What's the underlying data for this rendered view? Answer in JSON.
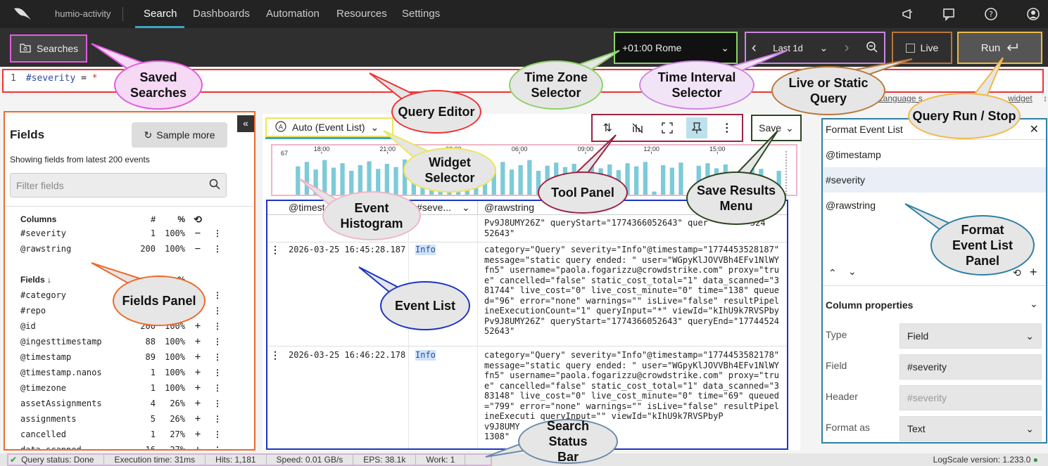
{
  "nav": {
    "repo": "humio-activity",
    "tabs": [
      "Search",
      "Dashboards",
      "Automation",
      "Resources",
      "Settings"
    ]
  },
  "toolbar": {
    "searches_label": "Searches",
    "timezone": "+01:00 Rome",
    "interval": "Last 1d",
    "live_label": "Live",
    "run_label": "Run"
  },
  "editor": {
    "line_number": "1",
    "field": "#severity",
    "operator": "=",
    "value": "*"
  },
  "lang_links": {
    "link1": "Language s",
    "link2": "widget"
  },
  "fields_panel": {
    "title": "Fields",
    "sample_label": "Sample more",
    "subtitle": "Showing fields from latest 200 events",
    "filter_placeholder": "Filter fields",
    "columns_header": {
      "name": "Columns",
      "count": "#",
      "pct": "%"
    },
    "columns": [
      {
        "name": "#severity",
        "count": "1",
        "pct": "100%"
      },
      {
        "name": "@rawstring",
        "count": "200",
        "pct": "100%"
      }
    ],
    "fields_header": {
      "name": "Fields",
      "pct": "%"
    },
    "fields": [
      {
        "name": "#category",
        "count": "",
        "pct": ""
      },
      {
        "name": "#repo",
        "count": "",
        "pct": ""
      },
      {
        "name": "@id",
        "count": "200",
        "pct": "100%"
      },
      {
        "name": "@ingesttimestamp",
        "count": "88",
        "pct": "100%"
      },
      {
        "name": "@timestamp",
        "count": "89",
        "pct": "100%"
      },
      {
        "name": "@timestamp.nanos",
        "count": "1",
        "pct": "100%"
      },
      {
        "name": "@timezone",
        "count": "1",
        "pct": "100%"
      },
      {
        "name": "assetAssignments",
        "count": "4",
        "pct": "26%"
      },
      {
        "name": "assignments",
        "count": "5",
        "pct": "26%"
      },
      {
        "name": "cancelled",
        "count": "1",
        "pct": "27%"
      },
      {
        "name": "data_scanned",
        "count": "16",
        "pct": "27%"
      }
    ]
  },
  "widget": {
    "selector_label": "Auto (Event List)",
    "save_label": "Save"
  },
  "histogram": {
    "y_max_label": "67",
    "time_labels": [
      "18:00",
      "21:00",
      "03:00",
      "06:00",
      "09:00",
      "12:00",
      "15:00"
    ]
  },
  "chart_data": {
    "type": "bar",
    "title": "",
    "xlabel": "",
    "ylabel": "",
    "ylim": [
      0,
      67
    ],
    "values": [
      45,
      52,
      40,
      55,
      43,
      50,
      38,
      47,
      53,
      41,
      49,
      44,
      56,
      39,
      46,
      51,
      42,
      48,
      54,
      37,
      45,
      50,
      43,
      52,
      40,
      47,
      55,
      38,
      46,
      51,
      44,
      49,
      41,
      53,
      42,
      48,
      39,
      50,
      45,
      52,
      5,
      47,
      43,
      51,
      4,
      46,
      50,
      42,
      48,
      3,
      44,
      55,
      41,
      6,
      38
    ]
  },
  "grid": {
    "headers": [
      "@timest",
      "#seve...",
      "@rawstring"
    ],
    "row0_tail": "Pv9J8UMY26Z\" queryStart=\"1774366052643\" quer",
    "row0_tail2": "52643\"",
    "row0_tail3": "524",
    "events": [
      {
        "timestamp": "2026-03-25 16:45:28.187",
        "severity": "Info",
        "raw": [
          "category=\"Query\" severity=\"Info\"@timestamp=\"1774453528187\"",
          "message=\"static query ended: \" user=\"WGpyKlJOVVBh4EFv1NlWY",
          "fn5\" username=\"paola.fogarizzu@crowdstrike.com\" proxy=\"tru",
          "e\" cancelled=\"false\" static_cost_total=\"1\" data_scanned=\"3",
          "81744\" live_cost=\"0\" live_cost_minute=\"0\" time=\"138\" queue",
          "d=\"96\" error=\"none\" warnings=\"\" isLive=\"false\" resultPipel",
          "ineExecutionCount=\"1\" queryInput=\"*\" viewId=\"kIhU9k7RVSPby",
          "Pv9J8UMY26Z\" queryStart=\"1774366052643\" queryEnd=\"17744524",
          "52643\""
        ]
      },
      {
        "timestamp": "2026-03-25 16:46:22.178",
        "severity": "Info",
        "raw": [
          "category=\"Query\" severity=\"Info\"@timestamp=\"1774453582178\"",
          "message=\"static query ended: \" user=\"WGpyKlJOVVBh4EFv1NlWY",
          "fn5\" username=\"paola.fogarizzu@crowdstrike.com\" proxy=\"tru",
          "e\" cancelled=\"false\" static_cost_total=\"1\" data_scanned=\"3",
          "83148\" live_cost=\"0\" live_cost_minute=\"0\" time=\"69\" queued",
          "=\"799\" error=\"none\" warnings=\"\" isLive=\"false\" resultPipel",
          "ineExecuti        queryInput=\"\" viewId=\"kIhU9k7RVSPbyP",
          "v9J8UMY        ",
          "1308\""
        ]
      }
    ]
  },
  "format_panel": {
    "title": "Format Event List",
    "items": [
      "@timestamp",
      "#severity",
      "@rawstring"
    ],
    "column_properties": "Column properties",
    "props": [
      {
        "label": "Type",
        "value": "Field"
      },
      {
        "label": "Field",
        "value": "#severity"
      },
      {
        "label": "Header",
        "value": "#severity"
      },
      {
        "label": "Format as",
        "value": "Text"
      }
    ]
  },
  "status": {
    "query_status": "Query status: Done",
    "execution": "Execution time: 31ms",
    "hits": "Hits: 1,181",
    "speed": "Speed: 0.01 GB/s",
    "eps": "EPS: 38.1k",
    "work": "Work: 1",
    "version": "LogScale version: 1.233.0"
  },
  "callouts": {
    "saved_searches": "Saved Searches",
    "query_editor": "Query Editor",
    "time_zone": "Time Zone Selector",
    "time_interval": "Time Interval Selector",
    "live_static": "Live or Static Query",
    "run_stop": "Query Run / Stop",
    "widget_selector": "Widget Selector",
    "tool_panel": "Tool Panel",
    "save_results": "Save Results Menu",
    "event_histogram": "Event Histogram",
    "fields_panel": "Fields Panel",
    "event_list": "Event List",
    "format_panel": "Format Event List Panel",
    "status_bar": "Search Status Bar"
  },
  "colors": {
    "accent": "#3aa7c2",
    "bar": "#7dcad9"
  }
}
